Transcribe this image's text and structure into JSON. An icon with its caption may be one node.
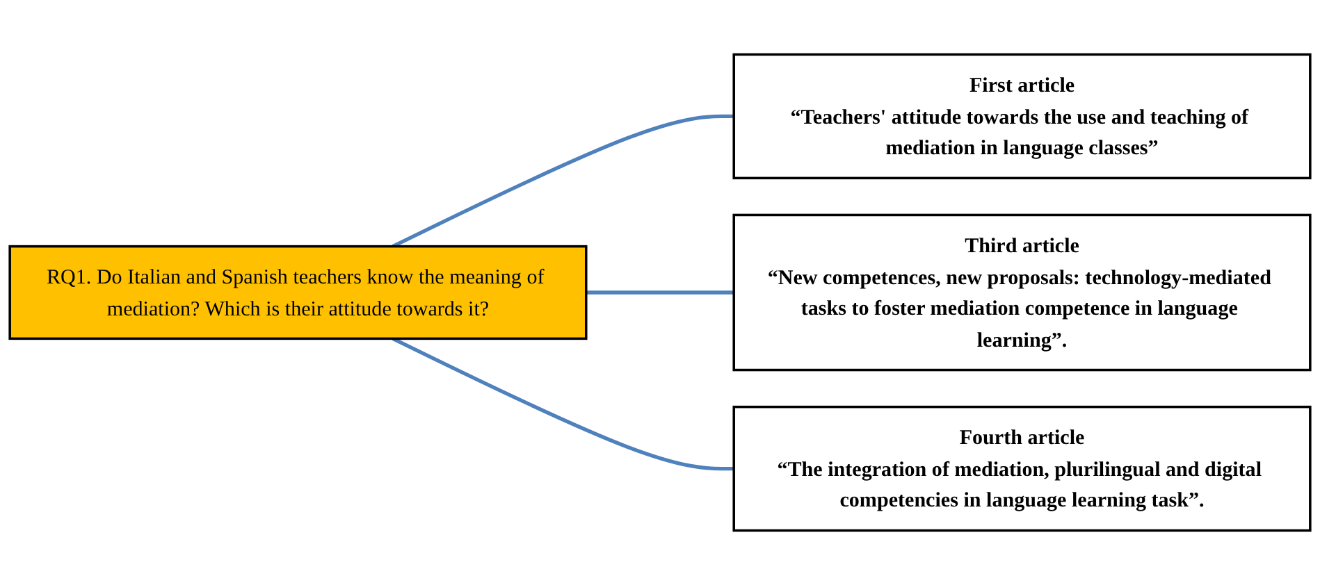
{
  "diagram": {
    "nodes": [
      {
        "text": [
          "RQ1. Do Italian and Spanish teachers know the meaning of mediation? Which is their attitude towards it?"
        ]
      },
      {
        "text": [
          "First article",
          "“Teachers' attitude towards the use and teaching of mediation in language classes”"
        ]
      },
      {
        "text": [
          "Third article",
          "“New competences, new proposals: technology-mediated tasks to foster mediation competence in language learning”."
        ]
      },
      {
        "text": [
          "Fourth article",
          "“The integration of mediation, plurilingual and digital competencies in language learning task”."
        ]
      }
    ],
    "edges": [
      {
        "from": 0,
        "to": 1,
        "arrow": "none"
      },
      {
        "from": 0,
        "to": 2,
        "arrow": "none"
      },
      {
        "from": 0,
        "to": 3,
        "arrow": "none"
      }
    ]
  }
}
